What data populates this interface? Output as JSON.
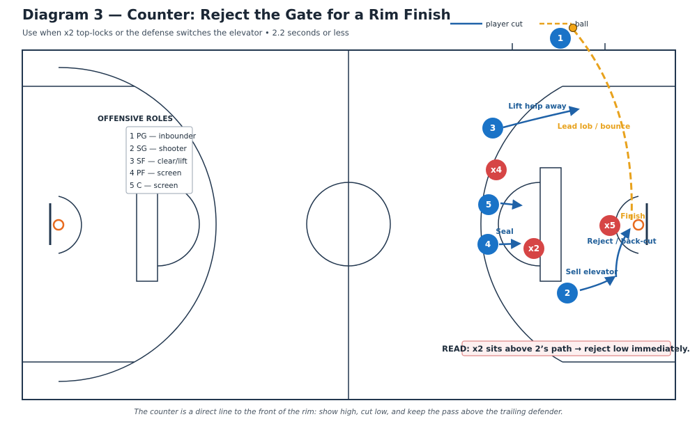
{
  "header": {
    "title": "Diagram 3 — Counter: Reject the Gate for a Rim Finish",
    "subtitle": "Use when x2 top-locks or the defense switches the elevator • 2.2 seconds or less"
  },
  "legend": {
    "player_cut": "player cut",
    "ball": "ball"
  },
  "roles": {
    "title": "OFFENSIVE ROLES",
    "items": [
      {
        "num": "1",
        "text": "PG — inbounder"
      },
      {
        "num": "2",
        "text": "SG — shooter"
      },
      {
        "num": "3",
        "text": "SF — clear/lift"
      },
      {
        "num": "4",
        "text": "PF — screen"
      },
      {
        "num": "5",
        "text": "C — screen"
      }
    ]
  },
  "players": {
    "offense": [
      "1",
      "2",
      "3",
      "4",
      "5"
    ],
    "defense": [
      "x2",
      "x4",
      "x5"
    ]
  },
  "labels": {
    "lift": "Lift help away",
    "lob": "Lead lob / bounce",
    "seal": "Seal",
    "finish": "Finish",
    "reject": "Reject / back-cut",
    "sell": "Sell elevator"
  },
  "read_box": "READ: x2 sits above 2’s path → reject low immediately.",
  "caption": "The counter is a direct line to the front of the rim: show high, cut low, and keep the pass above the trailing defender.",
  "colors": {
    "offense": "#1a73c7",
    "defense": "#d64545",
    "cut": "#1f62a8",
    "ball": "#e8a21d",
    "court_line": "#22374f",
    "rim": "#e86b1f"
  }
}
